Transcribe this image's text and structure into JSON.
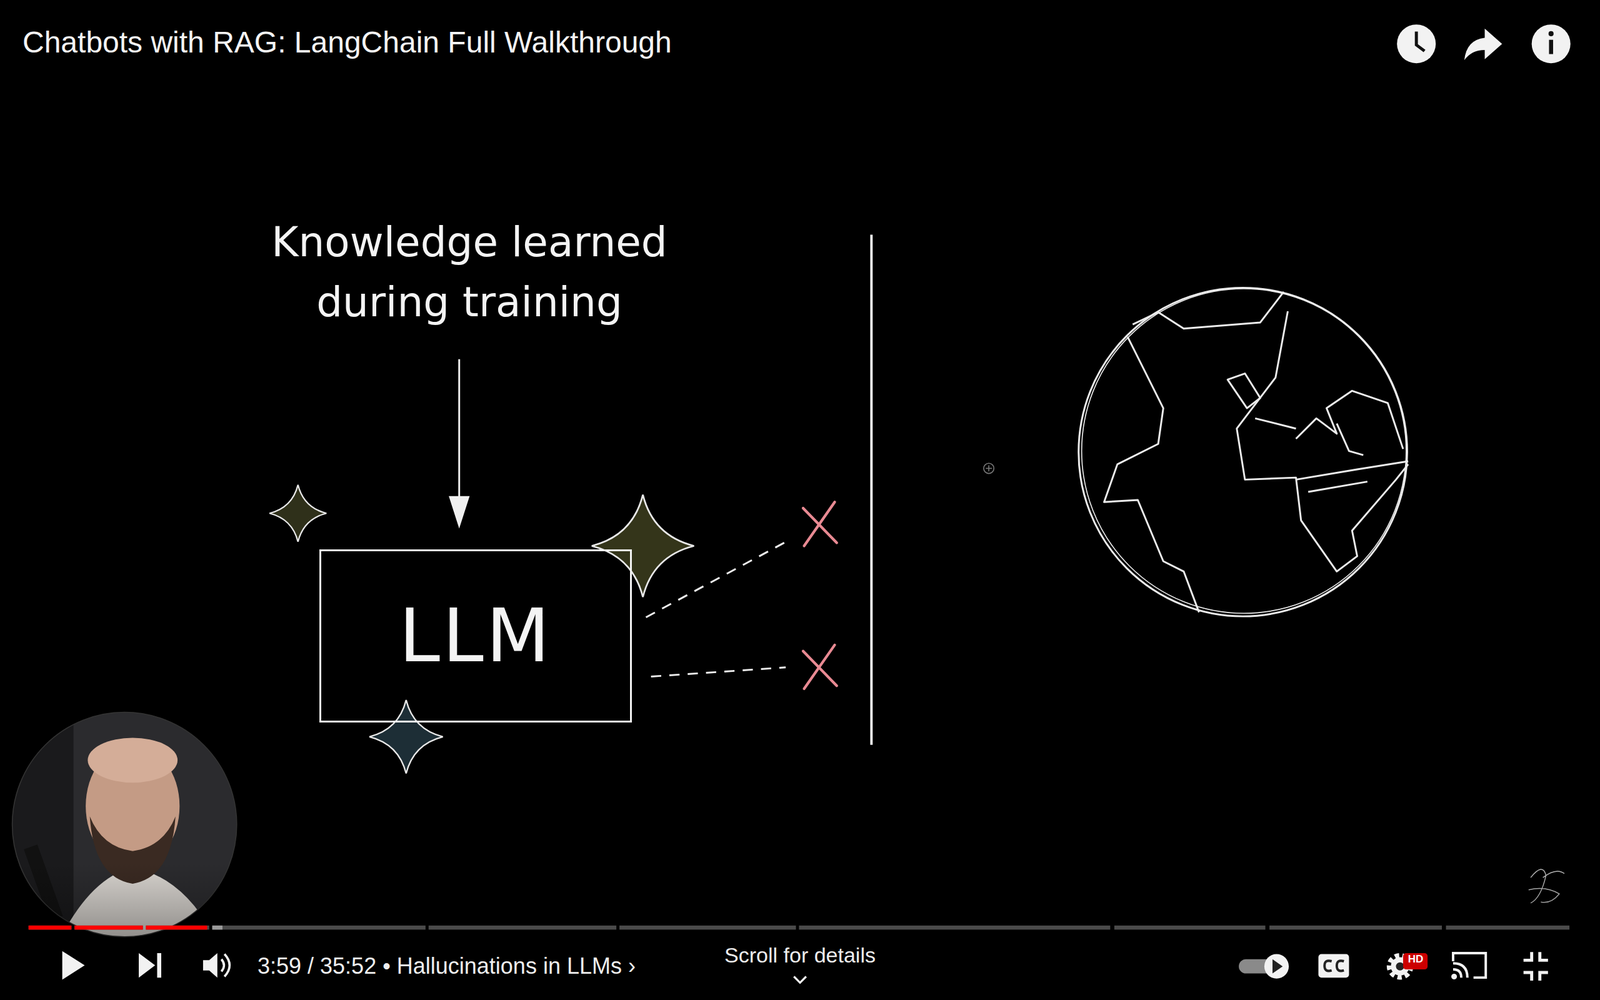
{
  "diagram": {
    "title": "Chatbots with RAG: LangChain Full Walkthrough",
    "nodes": [
      {
        "text": [
          "LLM"
        ]
      }
    ],
    "labels": [
      "Knowledge learned during training",
      "3:59 / 35:52 • Hallucinations in LLMs ›",
      "Scroll for details",
      "HD"
    ]
  }
}
